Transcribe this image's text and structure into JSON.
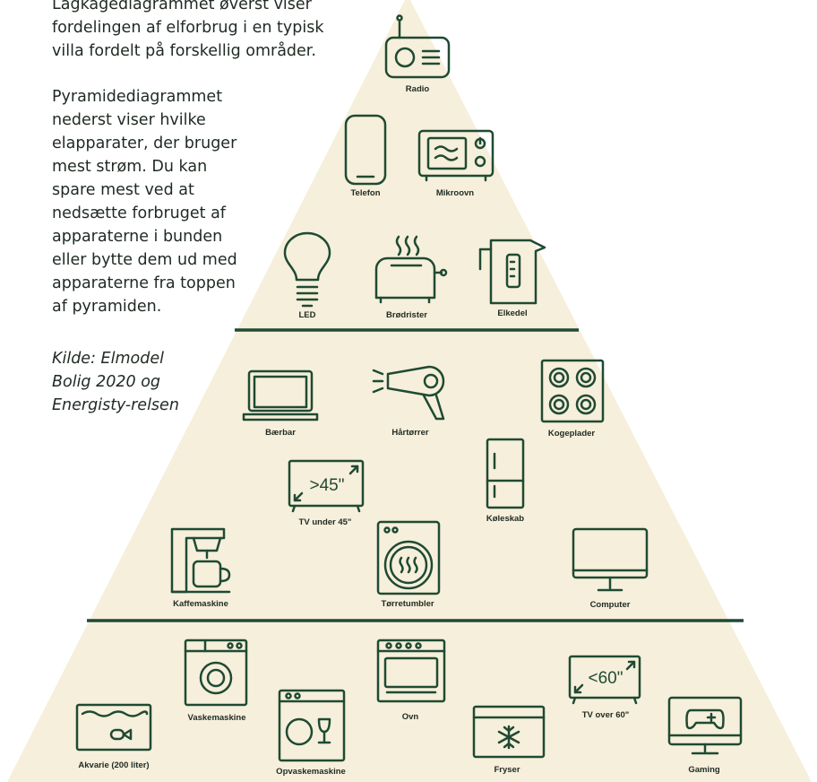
{
  "intro": {
    "paragraph1": "Lagkagediagrammet øverst viser fordelingen af elforbrug i en typisk villa fordelt på forskellig områder.",
    "paragraph2": "Pyramidediagrammet nederst viser hvilke elapparater, der bruger mest strøm. Du kan spare mest ved at nedsætte forbruget af apparaterne i bunden eller bytte dem ud med apparaterne fra toppen af pyramiden.",
    "source": "Kilde: Elmodel Bolig 2020 og Energisty-relsen"
  },
  "colors": {
    "pyramid_fill": "#f6efdb",
    "ink": "#1f4a33",
    "divider": "#1f4a33"
  },
  "pyramid": {
    "top_tier": {
      "appliances": [
        {
          "label": "Radio",
          "icon": "radio-icon"
        },
        {
          "label": "Telefon",
          "icon": "phone-icon"
        },
        {
          "label": "Mikroovn",
          "icon": "microwave-icon"
        },
        {
          "label": "LED",
          "icon": "bulb-icon"
        },
        {
          "label": "Brødrister",
          "icon": "toaster-icon"
        },
        {
          "label": "Elkedel",
          "icon": "kettle-icon"
        }
      ]
    },
    "middle_tier": {
      "appliances": [
        {
          "label": "Bærbar",
          "icon": "laptop-icon"
        },
        {
          "label": "Hårtørrer",
          "icon": "hairdryer-icon"
        },
        {
          "label": "Kogeplader",
          "icon": "cooktop-icon"
        },
        {
          "label": "TV under 45\"",
          "icon": "tv-small-icon",
          "screen_text": ">45\""
        },
        {
          "label": "Køleskab",
          "icon": "fridge-icon"
        },
        {
          "label": "Kaffemaskine",
          "icon": "coffee-maker-icon"
        },
        {
          "label": "Tørretumbler",
          "icon": "dryer-icon"
        },
        {
          "label": "Computer",
          "icon": "monitor-icon"
        }
      ]
    },
    "bottom_tier": {
      "appliances": [
        {
          "label": "Vaskemaskine",
          "icon": "washing-machine-icon"
        },
        {
          "label": "Ovn",
          "icon": "oven-icon"
        },
        {
          "label": "TV over 60\"",
          "icon": "tv-large-icon",
          "screen_text": "<60\""
        },
        {
          "label": "Akvarie (200 liter)",
          "icon": "aquarium-icon"
        },
        {
          "label": "Opvaskemaskine",
          "icon": "dishwasher-icon"
        },
        {
          "label": "Fryser",
          "icon": "freezer-icon"
        },
        {
          "label": "Gaming",
          "icon": "gaming-icon"
        }
      ]
    }
  }
}
